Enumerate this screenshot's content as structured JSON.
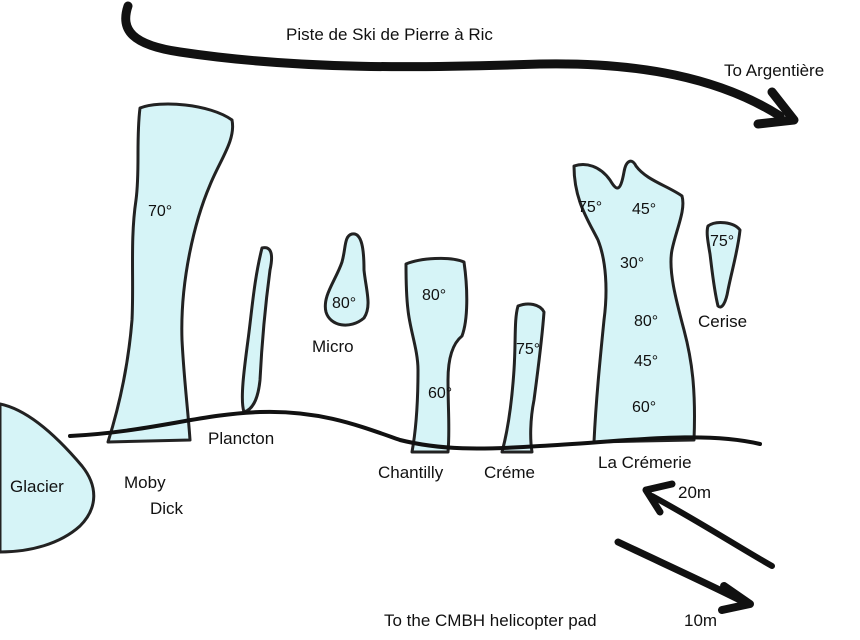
{
  "colors": {
    "ice": "#d6f4f7",
    "outline": "#222222",
    "text": "#111111",
    "background": "#ffffff"
  },
  "labels": {
    "piste": "Piste de Ski de Pierre à Ric",
    "to_argentiere": "To Argentière",
    "glacier": "Glacier",
    "moby_dick_1": "Moby",
    "moby_dick_2": "Dick",
    "plancton": "Plancton",
    "micro": "Micro",
    "chantilly": "Chantilly",
    "creme": "Créme",
    "la_cremerie": "La Crémerie",
    "cerise": "Cerise",
    "dist_20m": "20m",
    "helipad": "To the  CMBH helicopter pad",
    "dist_10m": "10m"
  },
  "angles": {
    "moby_dick": "70°",
    "micro": "80°",
    "chantilly_top": "80°",
    "chantilly_bottom": "60°",
    "creme": "75°",
    "cremerie_left": "75°",
    "cremerie_top": "45°",
    "cremerie_30": "30°",
    "cremerie_80": "80°",
    "cremerie_45": "45°",
    "cremerie_60": "60°",
    "cerise": "75°"
  }
}
